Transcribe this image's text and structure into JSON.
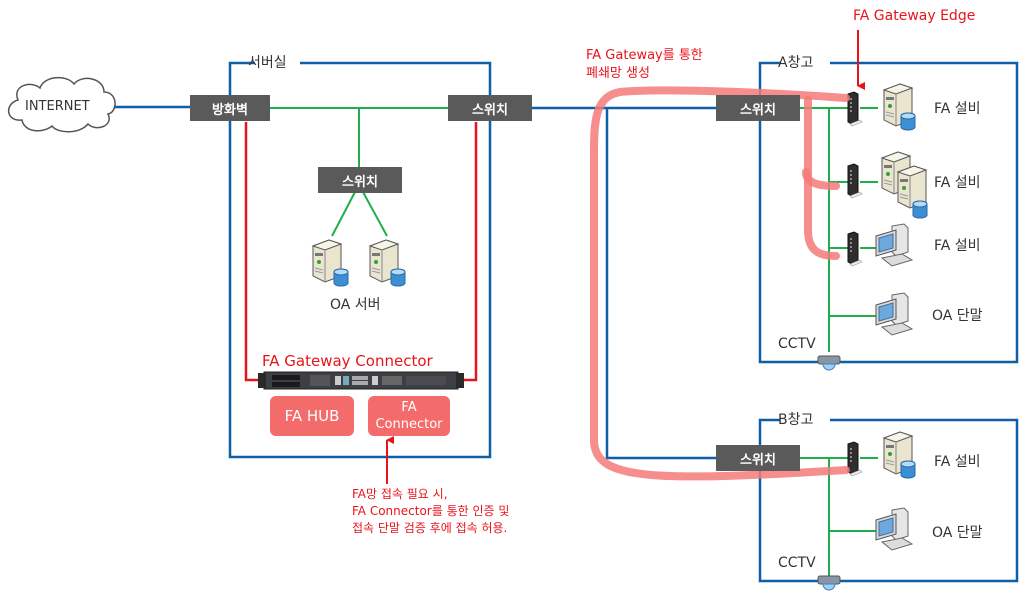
{
  "internet": {
    "label": "INTERNET"
  },
  "server_room": {
    "title": "서버실",
    "firewall": "방화벽",
    "switch_main": "스위치",
    "switch_inner": "스위치",
    "oa_server": "OA 서버",
    "gateway_connector": "FA Gateway Connector",
    "fa_hub": "FA HUB",
    "fa_connector": "FA\nConnector"
  },
  "warehouse_a": {
    "title": "A창고",
    "switch": "스위치",
    "devices": [
      {
        "label": "FA 설비",
        "type": "server"
      },
      {
        "label": "FA 설비",
        "type": "server-pair"
      },
      {
        "label": "FA 설비",
        "type": "pc"
      },
      {
        "label": "OA 단말",
        "type": "pc"
      }
    ],
    "cctv": "CCTV"
  },
  "warehouse_b": {
    "title": "B창고",
    "switch": "스위치",
    "devices": [
      {
        "label": "FA 설비",
        "type": "server"
      },
      {
        "label": "OA 단말",
        "type": "pc"
      }
    ],
    "cctv": "CCTV"
  },
  "annotations": {
    "gateway_edge": "FA Gateway Edge",
    "closed_network_line1": "FA Gateway를 통한",
    "closed_network_line2": "폐쇄망 생성",
    "access_note_line1": "FA망 접속 필요 시,",
    "access_note_line2": "FA Connector를 통한 인증 및",
    "access_note_line3": "접속 단말 검증 후에 접속 허용."
  },
  "colors": {
    "blue_link": "#0f5fa8",
    "green_link": "#1fae4b",
    "red_link": "#e8141b",
    "closed_network": "#f47a7a",
    "switch_box": "#5a5a5a",
    "pink_box": "#f46b6b"
  }
}
